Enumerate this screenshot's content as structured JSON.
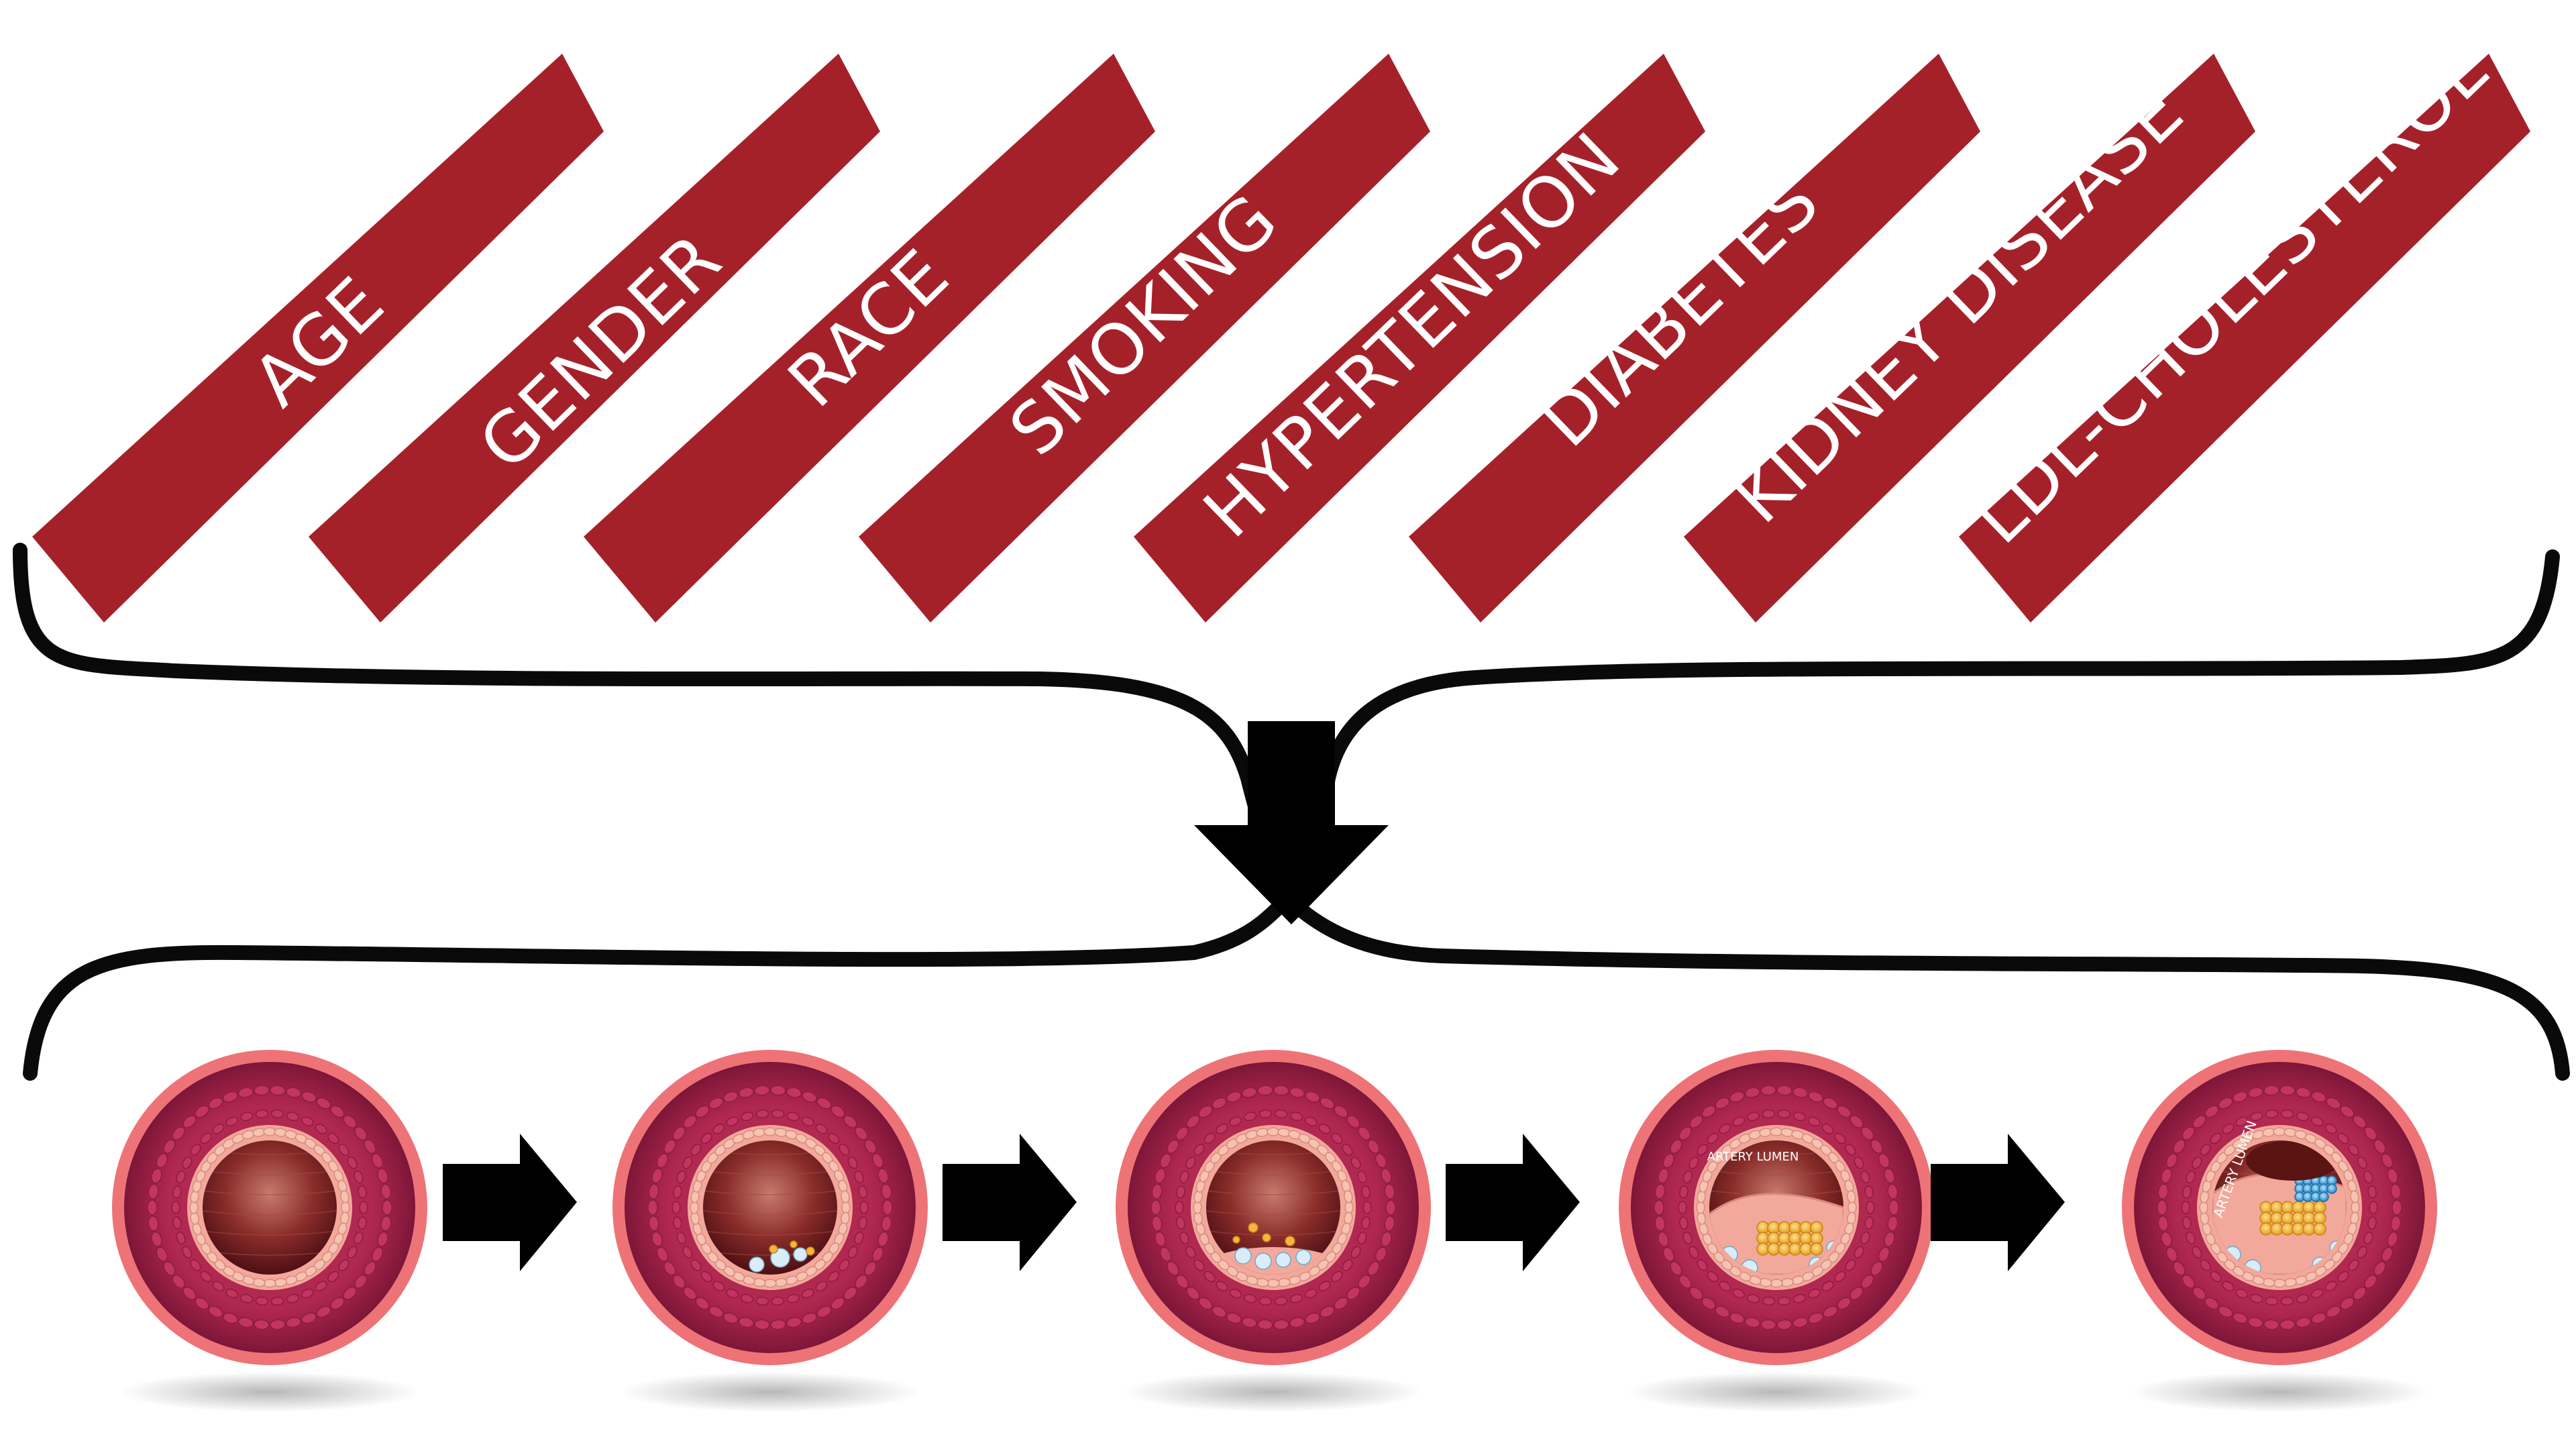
{
  "colors": {
    "banner": "#a5212a",
    "banner_text": "#ffffff",
    "brace": "#0a0a0a",
    "arrow": "#000000",
    "artery_outer": "#ee7377",
    "artery_wall": "#9a1f43",
    "endothelium": "#f2a99c",
    "lumen": "#6b1a1e",
    "plaque": "#f4b640",
    "clot": "#3a9fd6"
  },
  "risk_factors": [
    {
      "label": "AGE"
    },
    {
      "label": "GENDER"
    },
    {
      "label": "RACE"
    },
    {
      "label": "SMOKING"
    },
    {
      "label": "HYPERTENSION"
    },
    {
      "label": "DIABETES"
    },
    {
      "label": "KIDNEY DISEASE"
    },
    {
      "label": "LDL-CHOLESTEROL"
    }
  ],
  "artery_stages": [
    {
      "stage": 1,
      "label": ""
    },
    {
      "stage": 2,
      "label": ""
    },
    {
      "stage": 3,
      "label": ""
    },
    {
      "stage": 4,
      "label": "ARTERY LUMEN"
    },
    {
      "stage": 5,
      "label": "ARTERY LUMEN"
    }
  ]
}
